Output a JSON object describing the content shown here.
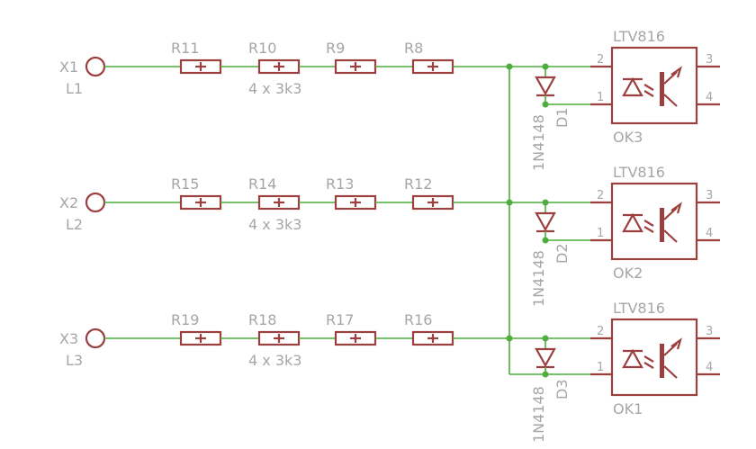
{
  "colors": {
    "symbol": "#9c3f3f",
    "wire": "#4cae3b",
    "label": "#a6a6a6",
    "background": "#ffffff"
  },
  "channels": [
    {
      "connector": "X1",
      "net": "L1",
      "resistors": [
        "R11",
        "R10",
        "R9",
        "R8"
      ],
      "value_note": "4 x 3k3",
      "diode": {
        "name": "D1",
        "value": "1N4148"
      },
      "optocoupler": {
        "name": "OK3",
        "part": "LTV816",
        "pins": [
          "1",
          "2",
          "3",
          "4"
        ]
      }
    },
    {
      "connector": "X2",
      "net": "L2",
      "resistors": [
        "R15",
        "R14",
        "R13",
        "R12"
      ],
      "value_note": "4 x 3k3",
      "diode": {
        "name": "D2",
        "value": "1N4148"
      },
      "optocoupler": {
        "name": "OK2",
        "part": "LTV816",
        "pins": [
          "1",
          "2",
          "3",
          "4"
        ]
      }
    },
    {
      "connector": "X3",
      "net": "L3",
      "resistors": [
        "R19",
        "R18",
        "R17",
        "R16"
      ],
      "value_note": "4 x 3k3",
      "diode": {
        "name": "D3",
        "value": "1N4148"
      },
      "optocoupler": {
        "name": "OK1",
        "part": "LTV816",
        "pins": [
          "1",
          "2",
          "3",
          "4"
        ]
      }
    }
  ]
}
